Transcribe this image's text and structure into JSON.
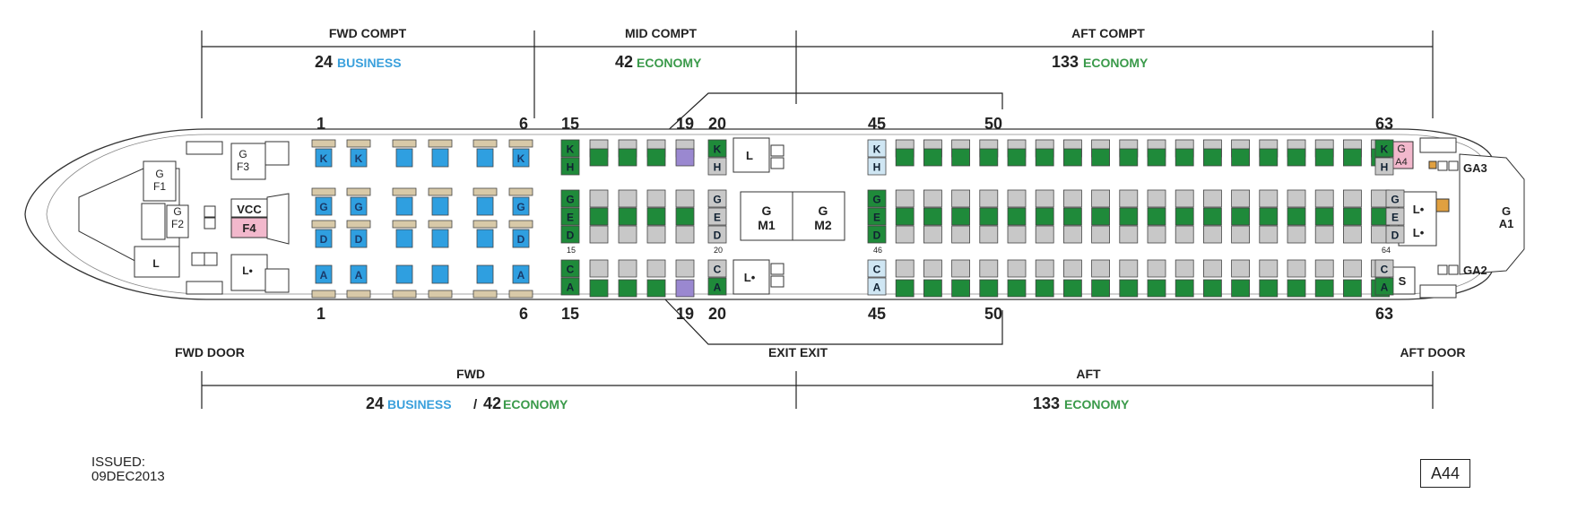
{
  "compartments": {
    "fwd": {
      "label": "FWD COMPT",
      "count": "24",
      "cabin": "BUSINESS"
    },
    "mid": {
      "label": "MID COMPT",
      "count": "42",
      "cabin": "ECONOMY"
    },
    "aft": {
      "label": "AFT COMPT",
      "count": "133",
      "cabin": "ECONOMY"
    }
  },
  "zones": {
    "fwd": {
      "label": "FWD",
      "count1": "24",
      "cabin1": "BUSINESS",
      "sep": "/",
      "count2": "42",
      "cabin2": "ECONOMY"
    },
    "aft": {
      "label": "AFT",
      "count": "133",
      "cabin": "ECONOMY"
    }
  },
  "doors": {
    "fwd": "FWD DOOR",
    "aft": "AFT DOOR",
    "exit": "EXIT EXIT"
  },
  "row_numbers": [
    "1",
    "6",
    "15",
    "19",
    "20",
    "45",
    "50",
    "63"
  ],
  "seat_letters": {
    "K": "K",
    "H": "H",
    "G": "G",
    "E": "E",
    "D": "D",
    "C": "C",
    "A": "A"
  },
  "galleys": {
    "G1": "G",
    "A1": "A1",
    "GA2": "GA2",
    "GA3": "GA3",
    "GA4": "A4",
    "F1": "F1",
    "F2": "F2",
    "F3": "F3",
    "F4": "F4",
    "VCC": "VCC",
    "M1": "M1",
    "M2": "M2",
    "G": "G"
  },
  "lavs": {
    "L": "L",
    "Lp": "L•",
    "S": "S"
  },
  "small_rows": {
    "r15": "15",
    "r20": "20",
    "r46": "46",
    "r64": "64"
  },
  "issued": {
    "label": "ISSUED:",
    "date": "09DEC2013"
  },
  "code": "A44",
  "colors": {
    "business": "#2f9fe0",
    "economy": "#1f8a3a",
    "economy_light": "#5aa85a",
    "grey": "#c8c8c8",
    "tan": "#d8c9a8",
    "purple": "#9a88d0",
    "pink": "#f2b8cc",
    "lightblue": "#cfe6f3"
  }
}
